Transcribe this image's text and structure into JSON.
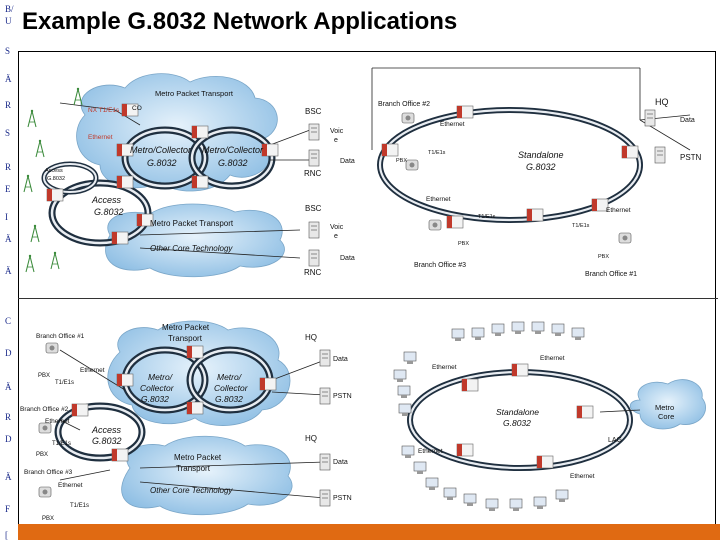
{
  "title": "Example G.8032 Network Applications",
  "top_diagram": {
    "metro_packet_transport": "Metro Packet Transport",
    "nx_t1e1s": "NX T1/E1s",
    "co": "CO",
    "ethernet_left": "Ethernet",
    "metro_collector_1": "Metro/Collector",
    "g8032_1": "G.8032",
    "metro_collector_2": "Metro/Collector",
    "g8032_2": "G.8032",
    "access_small_1": "Access",
    "access_small_2": "G.8032",
    "access": "Access",
    "access_g8032": "G.8032",
    "metro_packet_transport_2": "Metro Packet Transport",
    "other_core": "Other Core Technology",
    "bsc_1": "BSC",
    "voice_1a": "Voic",
    "voice_1b": "e",
    "data_1": "Data",
    "rnc_1": "RNC",
    "bsc_2": "BSC",
    "voice_2a": "Voic",
    "voice_2b": "e",
    "data_2": "Data",
    "rnc_2": "RNC",
    "branch_office_2": "Branch Office #2",
    "hq": "HQ",
    "ethernet_top": "Ethernet",
    "data_hq": "Data",
    "t1e1s_1": "T1/E1s",
    "pbx_1": "PBX",
    "standalone": "Standalone",
    "standalone_g8032": "G.8032",
    "pstn": "PSTN",
    "ethernet_mid": "Ethernet",
    "ethernet_right": "Ethernet",
    "t1e1s_2": "T1/E1s",
    "t1e1s_3": "T1/E1s",
    "pbx_2": "PBX",
    "pbx_3": "PBX",
    "branch_office_3": "Branch Office #3",
    "branch_office_1": "Branch Office #1"
  },
  "bottom_diagram": {
    "branch_office_1": "Branch Office #1",
    "pbx_1": "PBX",
    "ethernet_1": "Ethernet",
    "t1e1s_1": "T1/E1s",
    "branch_office_2": "Branch Office #2",
    "ethernet_2": "Ethernet",
    "t1e1s_2": "T1/E1s",
    "pbx_2": "PBX",
    "branch_office_3": "Branch Office #3",
    "ethernet_3": "Ethernet",
    "t1e1s_3": "T1/E1s",
    "pbx_3": "PBX",
    "metro_packet_transport_1a": "Metro Packet",
    "metro_packet_transport_1b": "Transport",
    "metro_1a": "Metro/",
    "metro_1b": "Collector",
    "metro_1c": "G.8032",
    "metro_2a": "Metro/",
    "metro_2b": "Collector",
    "metro_2c": "G.8032",
    "access": "Access",
    "access_g8032": "G.8032",
    "metro_packet_transport_2a": "Metro Packet",
    "metro_packet_transport_2b": "Transport",
    "other_core": "Other Core Technology",
    "hq_1": "HQ",
    "data_1": "Data",
    "pstn_1": "PSTN",
    "hq_2": "HQ",
    "data_2": "Data",
    "pstn_2": "PSTN",
    "ethernet_top": "Ethernet",
    "ethernet_top2": "Ethernet",
    "ethernet_bottom": "Ethernet",
    "ethernet_bottom2": "Ethernet",
    "standalone": "Standalone",
    "standalone_g8032": "G.8032",
    "metro_core_a": "Metro",
    "metro_core_b": "Core",
    "lag": "LAG"
  },
  "colors": {
    "accent_bar": "#e06a12",
    "cloud_fill": "#b9d8ef",
    "ring_dark": "#1f2f3f",
    "ring_light": "#e9edf2"
  }
}
